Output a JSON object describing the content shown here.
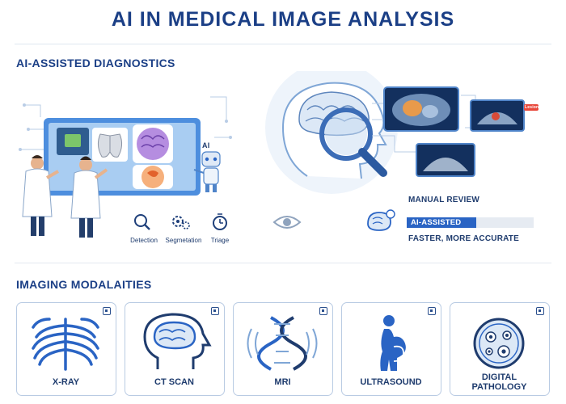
{
  "header": {
    "title": "AI IN MEDICAL IMAGE ANALYSIS"
  },
  "section_diagnostics": {
    "title": "AI-ASSISTED DIAGNOSTICS",
    "robot_label": "AI",
    "tools": [
      {
        "label": "Detection",
        "icon": "magnifier-icon"
      },
      {
        "label": "Segmetation",
        "icon": "gears-icon"
      },
      {
        "label": "Triage",
        "icon": "stopwatch-icon"
      }
    ],
    "comparison": {
      "manual_label": "MANUAL REVIEW",
      "ai_label": "AI-ASSISTED",
      "ai_bar_fraction": 0.55,
      "result_label": "FASTER, MORE ACCURATE"
    },
    "overlay_tag": "Lesion"
  },
  "section_modalities": {
    "title": "IMAGING MODALAITIES",
    "cards": [
      {
        "label": "X-RAY",
        "icon": "ribcage-icon"
      },
      {
        "label": "CT SCAN",
        "icon": "brain-head-icon"
      },
      {
        "label": "MRI",
        "icon": "dna-icon"
      },
      {
        "label": "ULTRASOUND",
        "icon": "pregnant-figure-icon"
      },
      {
        "label": "DIGITAL PATHOLOGY",
        "label_line1": "DIGITAL",
        "label_line2": "PATHOLOGY",
        "icon": "petri-dish-icon"
      }
    ]
  },
  "colors": {
    "primary": "#1b3f86",
    "accent": "#2a64c4",
    "light": "#dbe8f7"
  }
}
